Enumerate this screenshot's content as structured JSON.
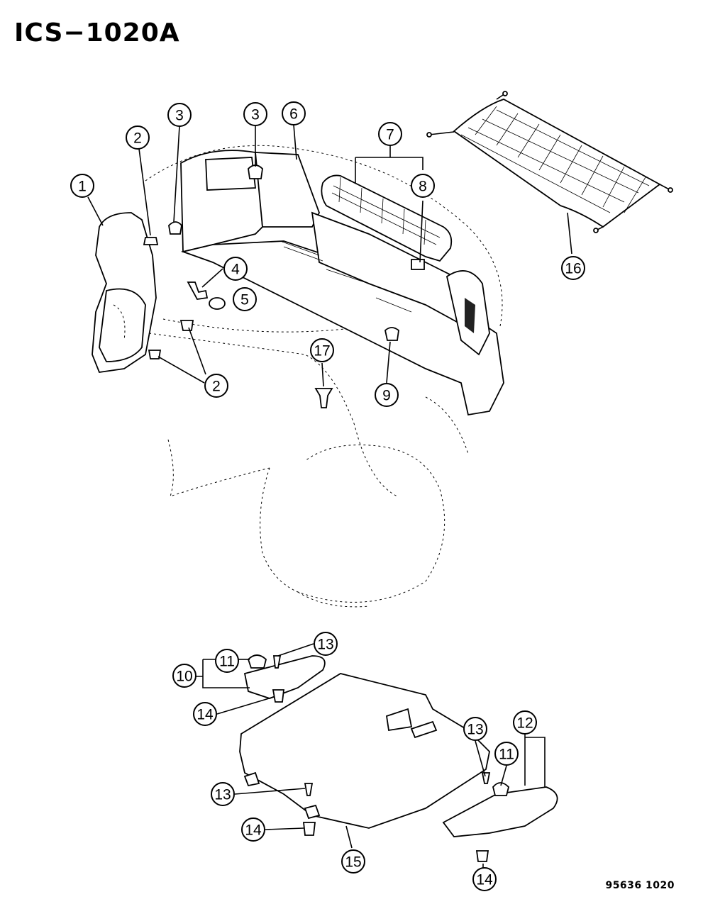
{
  "title": "ICS−1020A",
  "footer_code": "95636  1020",
  "callouts": {
    "c1": "1",
    "c2a": "2",
    "c2b": "2",
    "c3a": "3",
    "c3b": "3",
    "c4": "4",
    "c5": "5",
    "c6": "6",
    "c7": "7",
    "c8": "8",
    "c9": "9",
    "c10": "10",
    "c11a": "11",
    "c11b": "11",
    "c12": "12",
    "c13a": "13",
    "c13b": "13",
    "c13c": "13",
    "c14a": "14",
    "c14b": "14",
    "c14c": "14",
    "c15": "15",
    "c16": "16",
    "c17": "17"
  }
}
